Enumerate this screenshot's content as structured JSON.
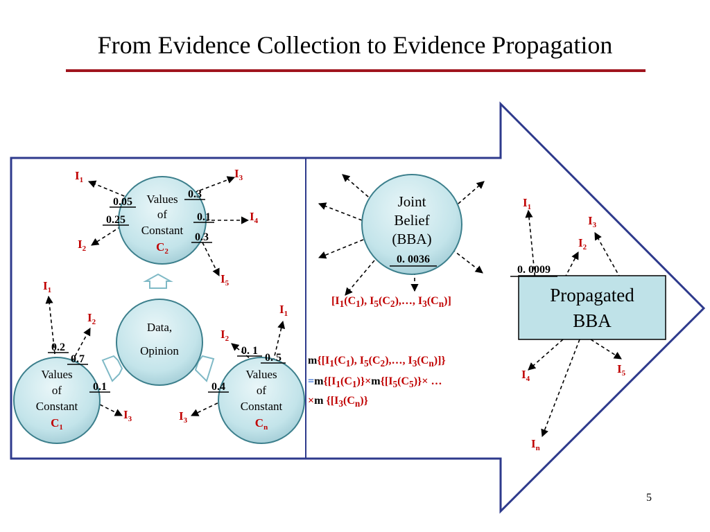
{
  "slide": {
    "title": "From Evidence Collection to Evidence Propagation",
    "page_number": "5"
  },
  "colors": {
    "frame": "#2e3a8c",
    "accent": "#c00000",
    "node_fill": "#bfe2e8",
    "rule": "#a0141e"
  },
  "nodes": {
    "c2": {
      "lines": [
        "Values",
        "of",
        "Constant"
      ],
      "sub_main": "C",
      "sub": "2"
    },
    "data": {
      "lines": [
        "Data,",
        "Opinion"
      ]
    },
    "c1": {
      "lines": [
        "Values",
        "of",
        "Constant"
      ],
      "sub_main": "C",
      "sub": "1"
    },
    "cn": {
      "lines": [
        "Values",
        "of",
        "Constant"
      ],
      "sub_main": "C",
      "sub": "n"
    },
    "joint": {
      "lines": [
        "Joint",
        "Belief",
        "(BBA)"
      ],
      "value": "0. 0036"
    },
    "propagated": {
      "lines": [
        "Propagated",
        "BBA"
      ],
      "value": "0. 0009"
    }
  },
  "c2_weights": [
    "0.05",
    "0.25",
    "0.3",
    "0.1",
    "0.3"
  ],
  "c1_weights": [
    "0.2",
    "0.7",
    "0.1"
  ],
  "cn_weights": [
    "0. 1",
    "0. 5",
    "0.4"
  ],
  "labels": {
    "c2": [
      {
        "main": "I",
        "sub": "1"
      },
      {
        "main": "I",
        "sub": "2"
      },
      {
        "main": "I",
        "sub": "3"
      },
      {
        "main": "I",
        "sub": "4"
      },
      {
        "main": "I",
        "sub": "5"
      }
    ],
    "c1": [
      {
        "main": "I",
        "sub": "1"
      },
      {
        "main": "I",
        "sub": "2"
      },
      {
        "main": "I",
        "sub": "3"
      }
    ],
    "cn": [
      {
        "main": "I",
        "sub": "1"
      },
      {
        "main": "I",
        "sub": "2"
      },
      {
        "main": "I",
        "sub": "3"
      }
    ],
    "prop": [
      {
        "main": "I",
        "sub": "1"
      },
      {
        "main": "I",
        "sub": "3"
      },
      {
        "main": "I",
        "sub": "2"
      },
      {
        "main": "I",
        "sub": "4"
      },
      {
        "main": "I",
        "sub": "5"
      },
      {
        "main": "I",
        "sub": "n"
      }
    ]
  },
  "joint_set": {
    "open": "[I",
    "s1": "1",
    "p1": "(C",
    "s2": "1",
    "p2": "), I",
    "s3": "5",
    "p3": "(C",
    "s4": "2",
    "p4": "),…, I",
    "s5": "3",
    "p5": "(C",
    "s6": "n",
    "close": ")]"
  },
  "formula": {
    "line1": {
      "m": "m",
      "a": "{[I",
      "s1": "1",
      "b": "(C",
      "s2": "1",
      "c": "), I",
      "s3": "5",
      "d": "(C",
      "s4": "2",
      "e": "),…, I",
      "s5": "3",
      "f": "(C",
      "s6": "n",
      "g": ")]}"
    },
    "line2": {
      "eq": "=",
      "m1": "m",
      "a": "{[I",
      "s1": "1",
      "b": "(C",
      "s2": "1",
      "c": ")}×",
      "m2": "m",
      "d": "{[I",
      "s3": "5",
      "e": "(C",
      "s4": "5",
      "f": ")}× …"
    },
    "line3": {
      "x": "×",
      "m": "m",
      "a": " {[I",
      "s1": "3",
      "b": "(C",
      "s2": "n",
      "c": ")}"
    }
  }
}
